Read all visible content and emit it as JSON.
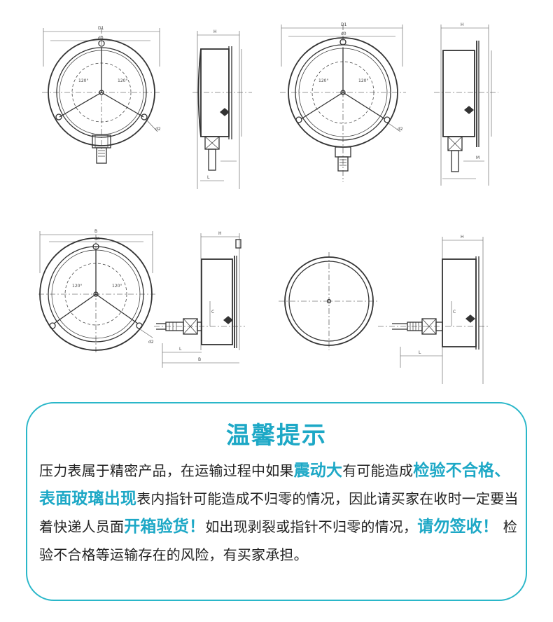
{
  "notice": {
    "title": "温馨提示",
    "segments": [
      {
        "text": "压力表属于精密产品，在运输过程中如果",
        "highlight": false
      },
      {
        "text": "震动大",
        "highlight": true
      },
      {
        "text": "有可能造成",
        "highlight": false
      },
      {
        "text": "检验不合格、表面玻璃出现",
        "highlight": true
      },
      {
        "text": "表内指针可能造成不归零的情况，因此请买家在收时一定要当着快递人员面",
        "highlight": false
      },
      {
        "text": "开箱验货！",
        "highlight": true
      },
      {
        "text": "如出现剥裂或指针不归零的情况，",
        "highlight": false
      },
      {
        "text": "请勿签收！",
        "highlight": true
      },
      {
        "text": " 检验不合格等运输存在的风险，有买家承担。",
        "highlight": false
      }
    ]
  },
  "drawing_labels": {
    "d1": "D1",
    "d": "d0",
    "h": "H",
    "angle_left": "120°",
    "angle_right": "120°",
    "d2": "d2",
    "b": "B",
    "l": "L",
    "c": "C",
    "m": "M"
  },
  "colors": {
    "accent": "#1da8c6",
    "border": "#2ab7c9",
    "text": "#222222"
  }
}
